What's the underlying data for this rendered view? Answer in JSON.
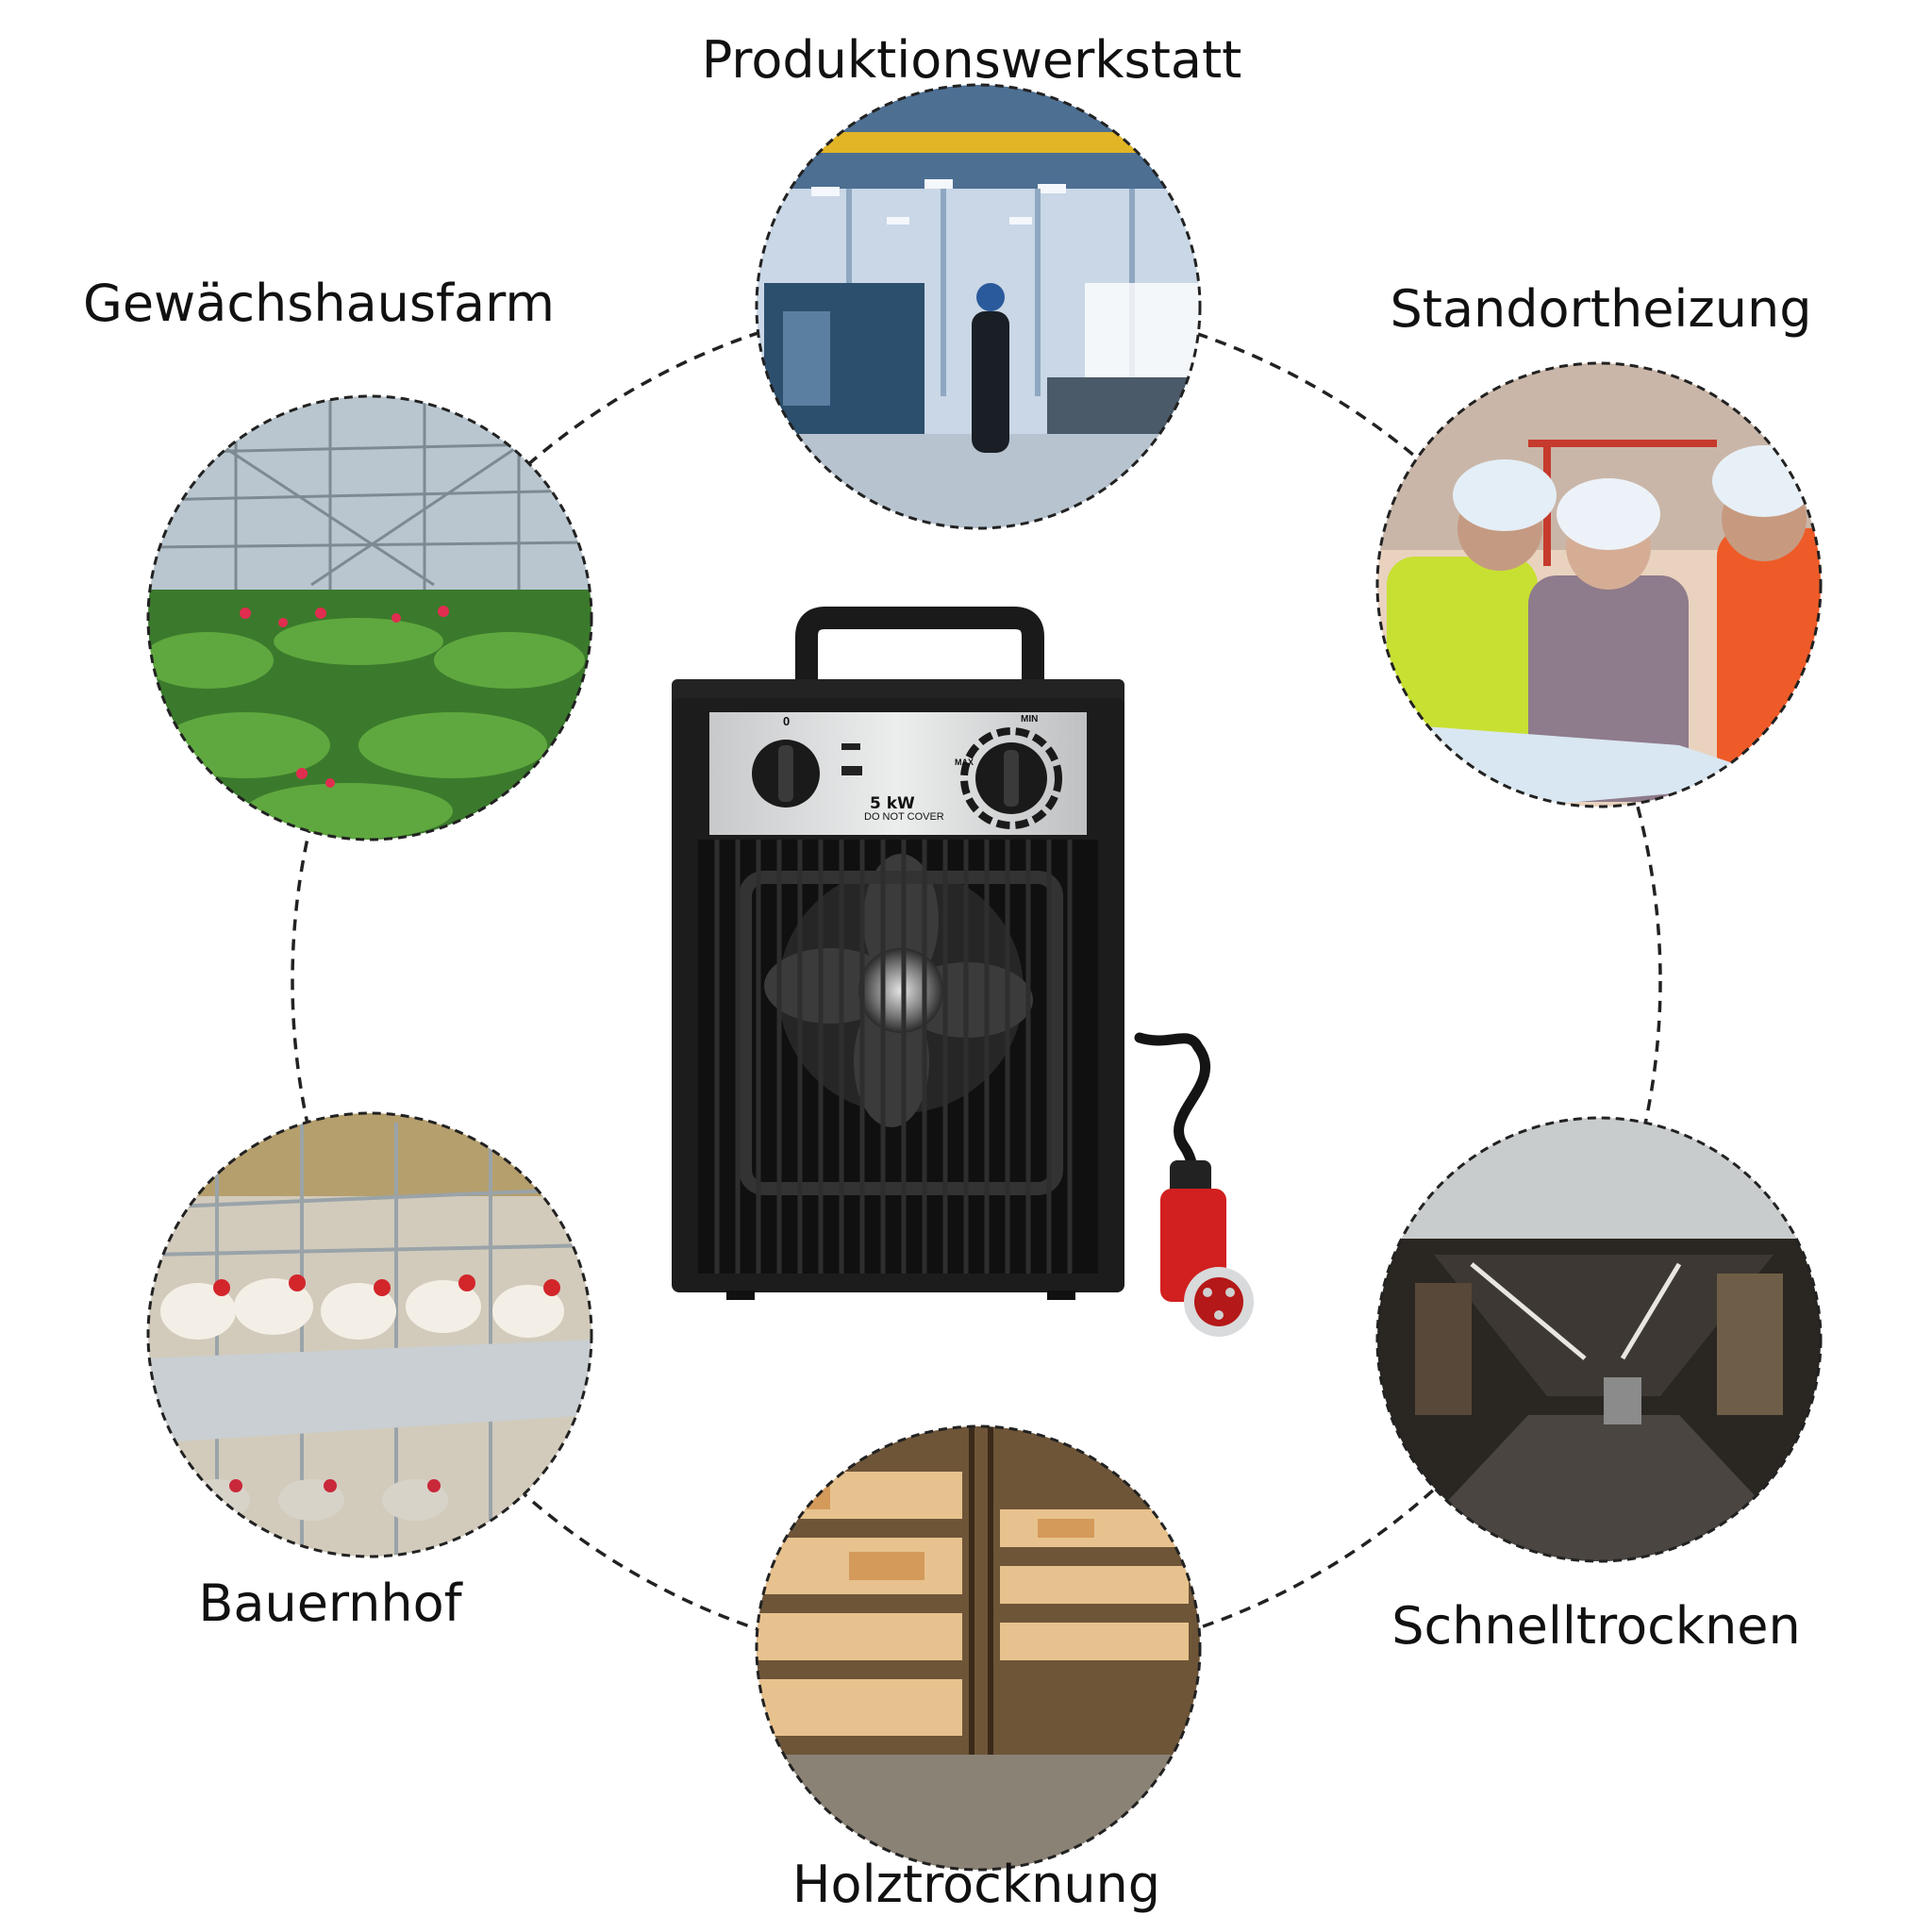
{
  "scenes": [
    {
      "id": "workshop",
      "label": "Produktionswerkstatt",
      "icon": "factory-hall-photo"
    },
    {
      "id": "greenhouse",
      "label": "Gewächshausfarm",
      "icon": "greenhouse-photo"
    },
    {
      "id": "site",
      "label": "Standortheizung",
      "icon": "construction-workers-photo"
    },
    {
      "id": "farm",
      "label": "Bauernhof",
      "icon": "chicken-coop-photo"
    },
    {
      "id": "drying",
      "label": "Schnelltrocknen",
      "icon": "warehouse-corridor-photo"
    },
    {
      "id": "wood",
      "label": "Holztrocknung",
      "icon": "lumber-rack-photo"
    }
  ],
  "heater": {
    "power_label": "5 kW",
    "warning_label": "DO NOT COVER",
    "switch_off_label": "0",
    "thermostat_min_label": "MIN",
    "thermostat_max_label": "MAX"
  },
  "colors": {
    "heater_body": "#1c1c1c",
    "panel": "#d9dadb",
    "plug": "#d21f1f",
    "dashed_circle": "#222222"
  }
}
